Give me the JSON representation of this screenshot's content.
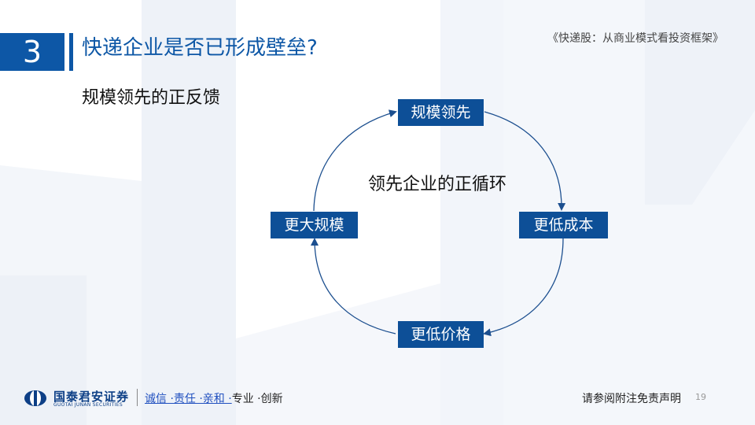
{
  "header": {
    "section_number": "3",
    "title": "快递企业是否已形成壁垒?",
    "reference": "《快递股：从商业模式看投资框架》"
  },
  "subtitle": "规模领先的正反馈",
  "diagram": {
    "center_label": "领先企业的正循环",
    "nodes": {
      "top": "规模领先",
      "right": "更低成本",
      "bottom": "更低价格",
      "left": "更大规模"
    },
    "node_color": "#0d4f97",
    "arrow_color": "#1c4f8f"
  },
  "footer": {
    "logo_cn": "国泰君安证券",
    "logo_en": "GUOTAI JUNAN SECURITIES",
    "slogan_underlined": "诚信 ·责任 ·亲和 ·",
    "slogan_plain": "专业 ·创新",
    "disclaimer": "请参阅附注免责声明",
    "page_number": "19"
  },
  "colors": {
    "accent": "#0d57a6"
  }
}
